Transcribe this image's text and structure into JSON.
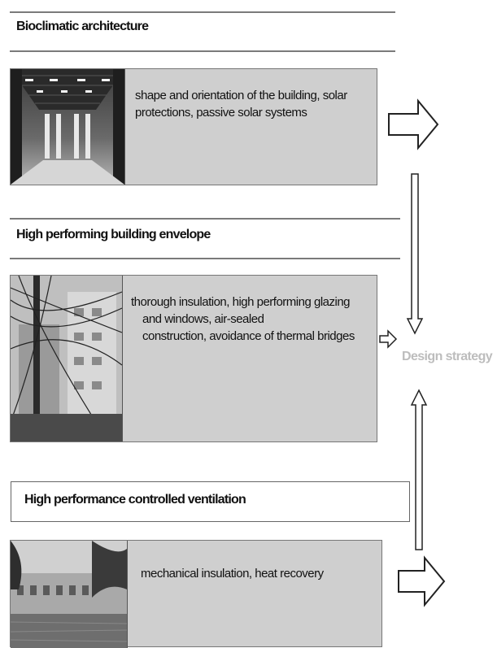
{
  "sections": [
    {
      "heading": "Bioclimatic architecture",
      "description": "shape and orientation of the building, solar protections, passive solar systems",
      "photo_icon": "warehouse-interior-photo"
    },
    {
      "heading": "High performing building envelope",
      "description_lines": [
        "thorough insulation, high performing glazing",
        "and windows, air-sealed",
        "construction, avoidance of thermal bridges"
      ],
      "photo_icon": "building-with-wires-photo"
    },
    {
      "heading": "High performance controlled ventilation",
      "description": "mechanical insulation, heat recovery",
      "photo_icon": "waterfront-buildings-photo"
    }
  ],
  "outcome": {
    "label": "Design strategy",
    "color": "#bdbdbd"
  },
  "colors": {
    "panel_fill": "#cfcfcf",
    "rule_line": "#7a7a7a",
    "arrow_fill": "#ffffff",
    "arrow_stroke": "#222222"
  }
}
